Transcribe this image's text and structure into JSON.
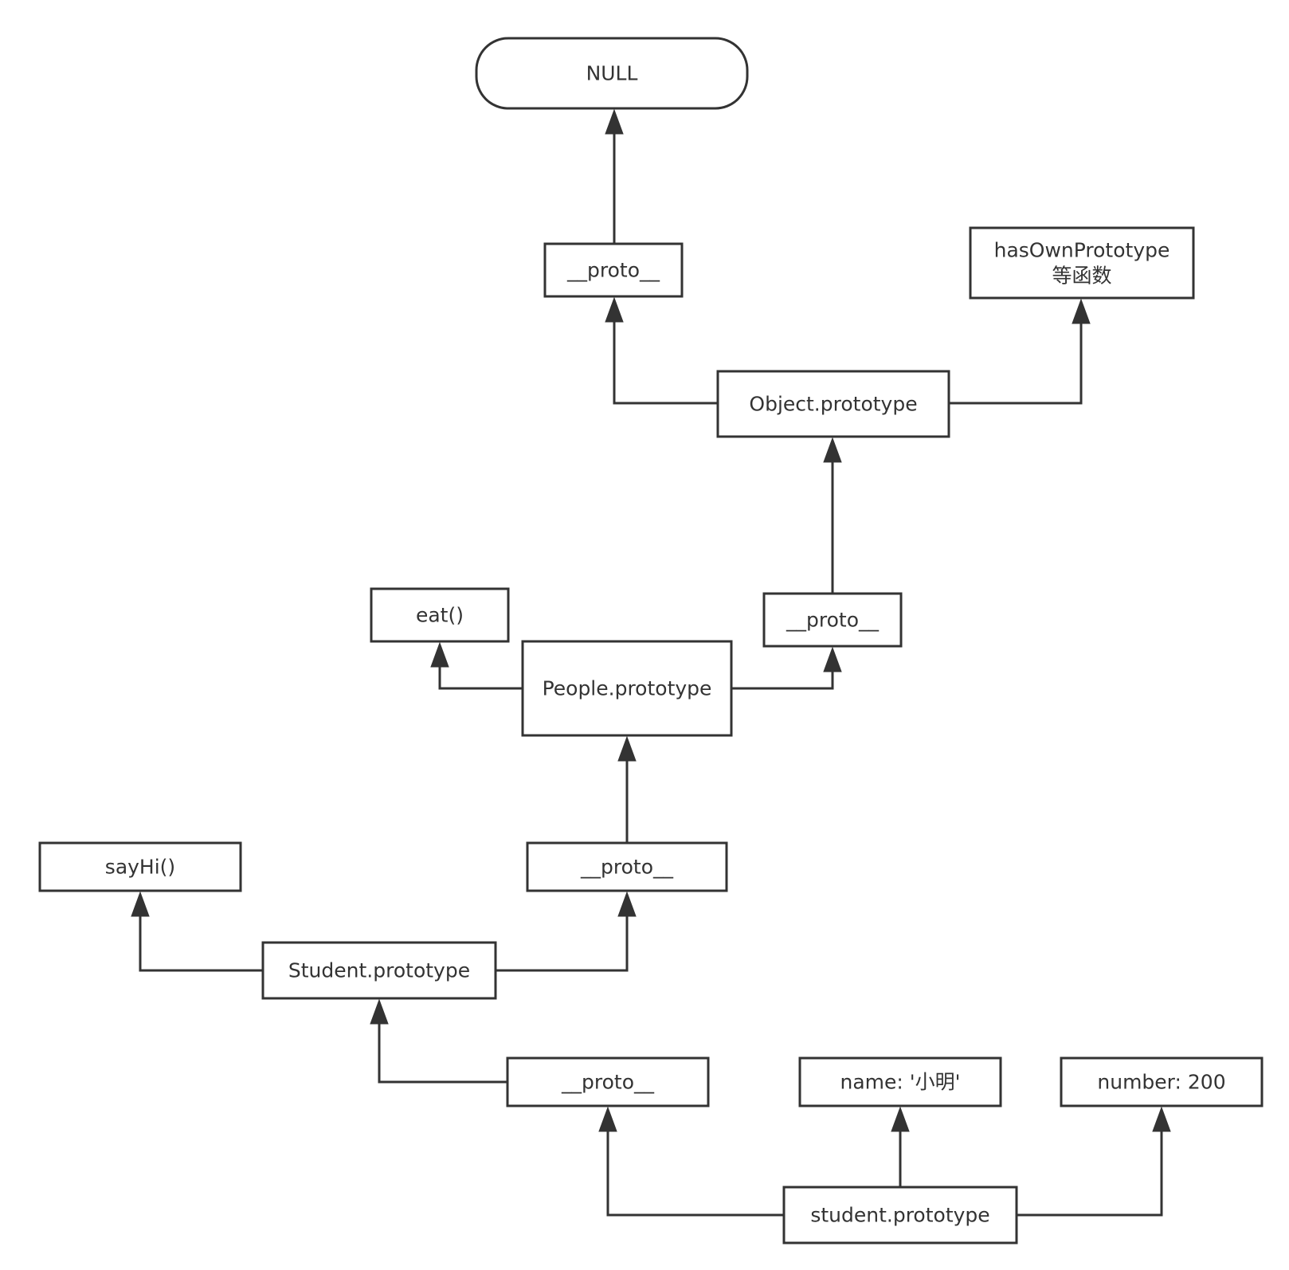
{
  "diagram": {
    "nodes": [
      {
        "id": "null",
        "label": "NULL"
      },
      {
        "id": "proto-object",
        "label": "__proto__"
      },
      {
        "id": "hasownprototype",
        "label": "hasOwnPrototype",
        "label2": "等函数"
      },
      {
        "id": "object-prototype",
        "label": "Object.prototype"
      },
      {
        "id": "proto-people",
        "label": "__proto__"
      },
      {
        "id": "eat",
        "label": "eat()"
      },
      {
        "id": "people-prototype",
        "label": "People.prototype"
      },
      {
        "id": "sayhi",
        "label": "sayHi()"
      },
      {
        "id": "proto-student",
        "label": "__proto__"
      },
      {
        "id": "student-class-prototype",
        "label": "Student.prototype"
      },
      {
        "id": "proto-instance",
        "label": "__proto__"
      },
      {
        "id": "name",
        "label": "name: '小明'"
      },
      {
        "id": "number",
        "label": "number: 200"
      },
      {
        "id": "student-instance",
        "label": "student.prototype"
      }
    ],
    "edges": [
      {
        "from": "proto-object",
        "to": "null"
      },
      {
        "from": "object-prototype",
        "to": "proto-object"
      },
      {
        "from": "object-prototype",
        "to": "hasownprototype"
      },
      {
        "from": "proto-people",
        "to": "object-prototype"
      },
      {
        "from": "people-prototype",
        "to": "eat"
      },
      {
        "from": "people-prototype",
        "to": "proto-people"
      },
      {
        "from": "proto-student",
        "to": "people-prototype"
      },
      {
        "from": "student-class-prototype",
        "to": "sayhi"
      },
      {
        "from": "student-class-prototype",
        "to": "proto-student"
      },
      {
        "from": "proto-instance",
        "to": "student-class-prototype"
      },
      {
        "from": "student-instance",
        "to": "proto-instance"
      },
      {
        "from": "student-instance",
        "to": "name"
      },
      {
        "from": "student-instance",
        "to": "number"
      }
    ]
  }
}
